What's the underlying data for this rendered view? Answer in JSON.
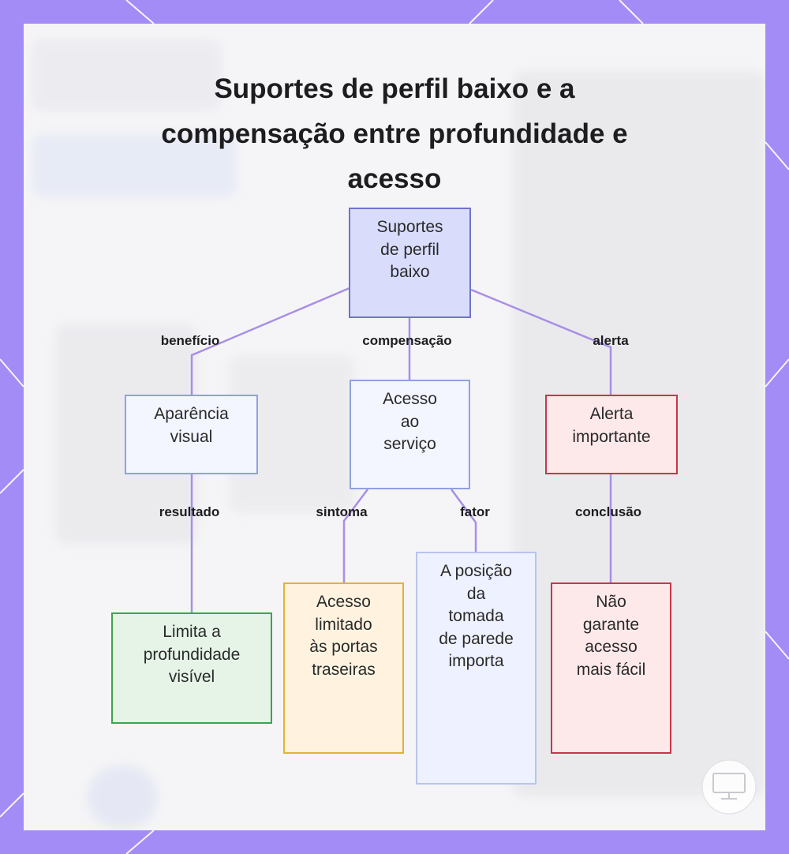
{
  "title_lines": [
    "Suportes de perfil baixo e a",
    "compensação entre profundidade e",
    "acesso"
  ],
  "nodes": {
    "root": [
      "Suportes",
      "de perfil",
      "baixo"
    ],
    "appearance": [
      "Aparência",
      "visual"
    ],
    "access": [
      "Acesso",
      "ao",
      "serviço"
    ],
    "alert": [
      "Alerta",
      "importante"
    ],
    "limits": [
      "Limita a",
      "profundidade",
      "visível"
    ],
    "limited": [
      "Acesso",
      "limitado",
      "às portas",
      "traseiras"
    ],
    "position": [
      "A posição",
      "da",
      "tomada",
      "de parede",
      "importa"
    ],
    "noguarantee": [
      "Não",
      "garante",
      "acesso",
      "mais fácil"
    ]
  },
  "edge_labels": {
    "benefit": "benefício",
    "tradeoff": "compensação",
    "warning": "alerta",
    "result": "resultado",
    "symptom": "sintoma",
    "factor": "fator",
    "conclusion": "conclusão"
  },
  "colors": {
    "frame": "#a38cf5",
    "edge": "#a88ee6",
    "root_fill": "#d9dcfb",
    "root_border": "#6f74c9",
    "blue_fill": "#f3f5ff",
    "blue_border": "#8fa1dd",
    "red_fill": "#fde8ea",
    "red_border": "#c8354a",
    "green_fill": "#e6f4e8",
    "green_border": "#3fa34d",
    "yellow_fill": "#fff3e0",
    "yellow_border": "#e2b23a",
    "lavender_fill": "#eef1ff",
    "lavender_border": "#b8c3f0"
  }
}
